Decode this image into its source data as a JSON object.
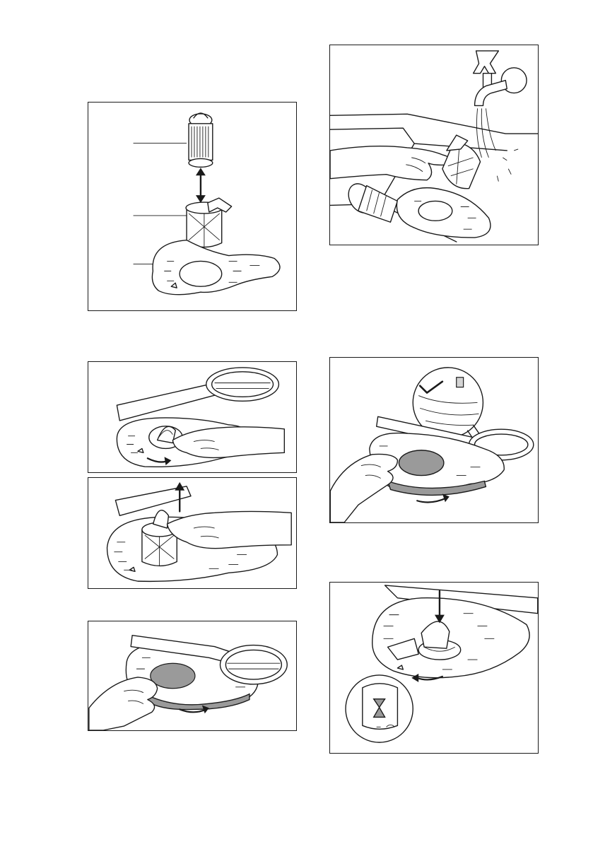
{
  "page": {
    "background": "#ffffff",
    "line_color": "#1a1a1a",
    "fill_grey": "#9a9a9a"
  },
  "figures": [
    {
      "id": "filter-parts",
      "icon": "filter-assembly-exploded-view"
    },
    {
      "id": "rinse-filters",
      "icon": "rinse-filter-under-tap"
    },
    {
      "id": "unlock-filter",
      "icon": "turn-filter-anticlockwise"
    },
    {
      "id": "remove-filter",
      "icon": "lift-filter-out"
    },
    {
      "id": "check-flat-filter",
      "icon": "flat-filter-position-check"
    },
    {
      "id": "remove-flat-filter",
      "icon": "turn-flat-filter"
    },
    {
      "id": "lock-filter",
      "icon": "insert-and-lock-filter"
    }
  ]
}
